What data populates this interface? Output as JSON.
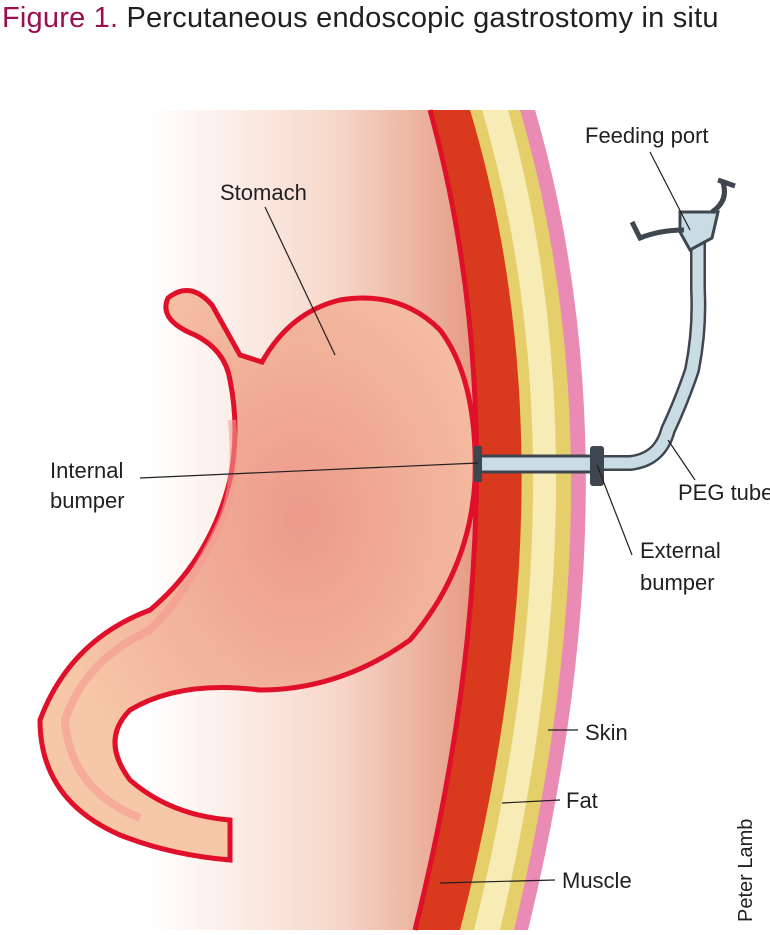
{
  "title": {
    "figure_label": "Figure 1.",
    "text": "Percutaneous endoscopic gastrostomy in situ"
  },
  "labels": {
    "stomach": "Stomach",
    "feeding_port": "Feeding port",
    "internal_bumper_1": "Internal",
    "internal_bumper_2": "bumper",
    "peg_tube": "PEG tube",
    "external_bumper_1": "External",
    "external_bumper_2": "bumper",
    "skin": "Skin",
    "fat": "Fat",
    "muscle": "Muscle"
  },
  "credit": "Peter Lamb",
  "colors": {
    "title_accent": "#9c0f4f",
    "muscle": "#d93a1e",
    "fat": "#e4cf6a",
    "skin": "#e98bb5",
    "stomach": "#f2b89a",
    "tube": "#c9dce3"
  }
}
